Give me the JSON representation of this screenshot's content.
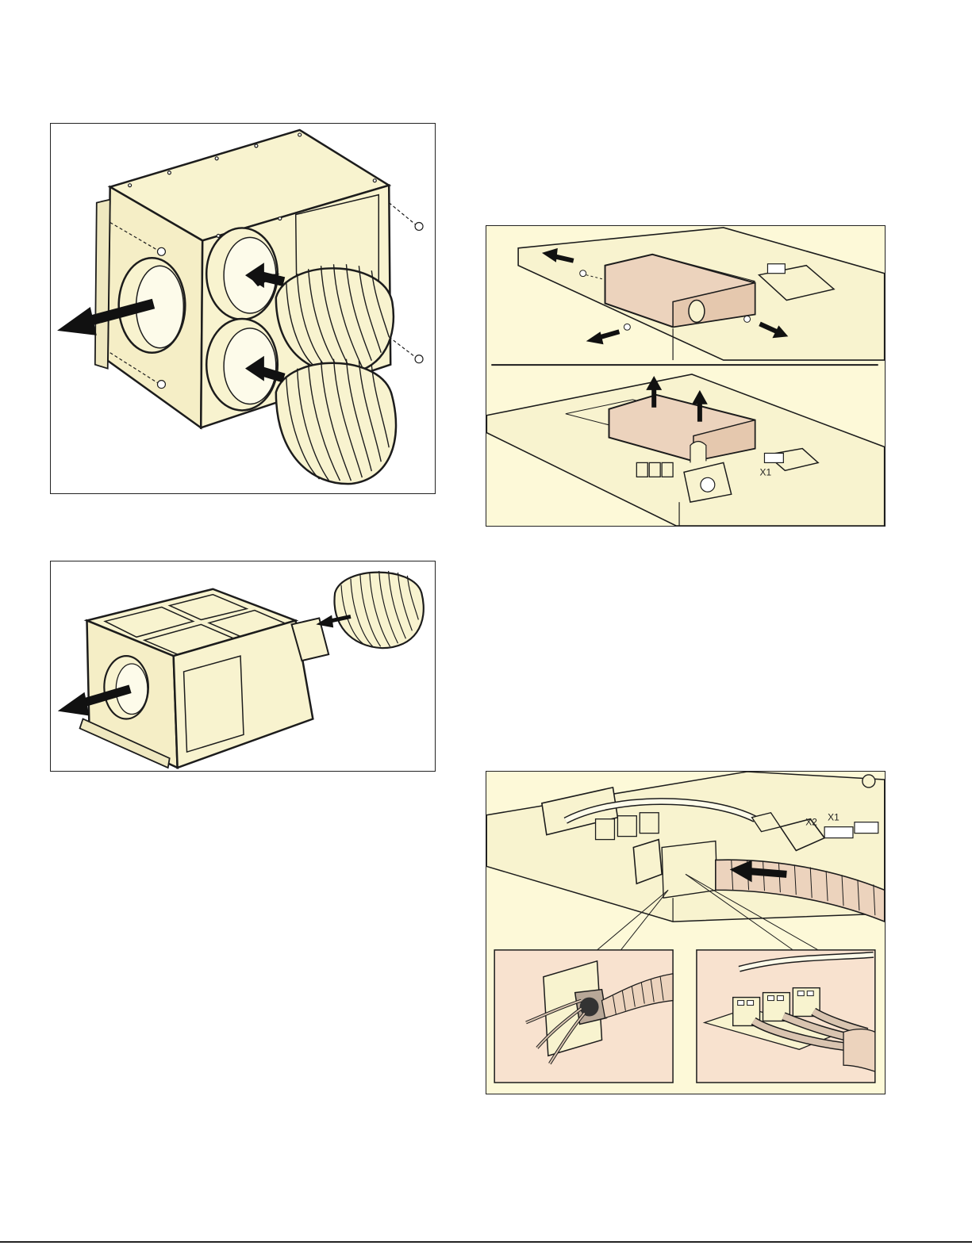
{
  "figures": {
    "fig3": {
      "terminal_label_x1": "X1"
    },
    "fig4": {
      "terminal_label_x2": "X2",
      "terminal_label_x1": "X1"
    }
  },
  "colors": {
    "cream": "#f8f3cf",
    "tan": "#ecd3bd",
    "inset_bg": "#f8e2cf",
    "line": "#1c1c1c",
    "arrow": "#111111"
  }
}
